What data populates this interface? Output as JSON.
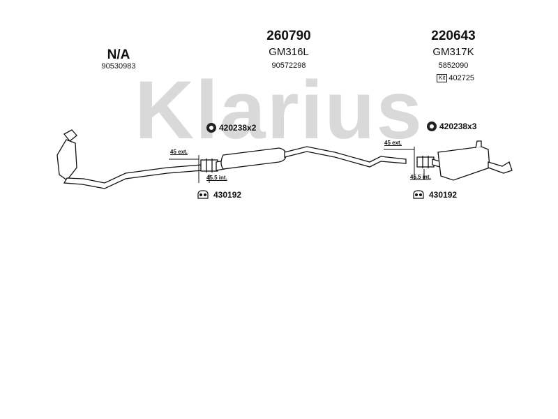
{
  "watermark": {
    "text": "Klarius",
    "color": "#d9d9d9"
  },
  "sections": [
    {
      "part_number": "N/A",
      "oe_number": "90530983"
    },
    {
      "part_number": "260790",
      "code": "GM316L",
      "oe_number": "90572298"
    },
    {
      "part_number": "220643",
      "code": "GM317K",
      "oe_number": "5852090",
      "kit_label": "Kit",
      "kit_number": "402725"
    }
  ],
  "accessories": {
    "clamp_left": "420238x2",
    "clamp_right": "420238x3",
    "hanger_left": "430192",
    "hanger_right": "430192"
  },
  "dimensions": {
    "left_ext": "45 ext.",
    "left_int": "45.5 int.",
    "right_ext": "45 ext.",
    "right_int": "45.5 int."
  },
  "icons": [
    "clamp-icon",
    "hanger-icon",
    "kit-icon"
  ]
}
